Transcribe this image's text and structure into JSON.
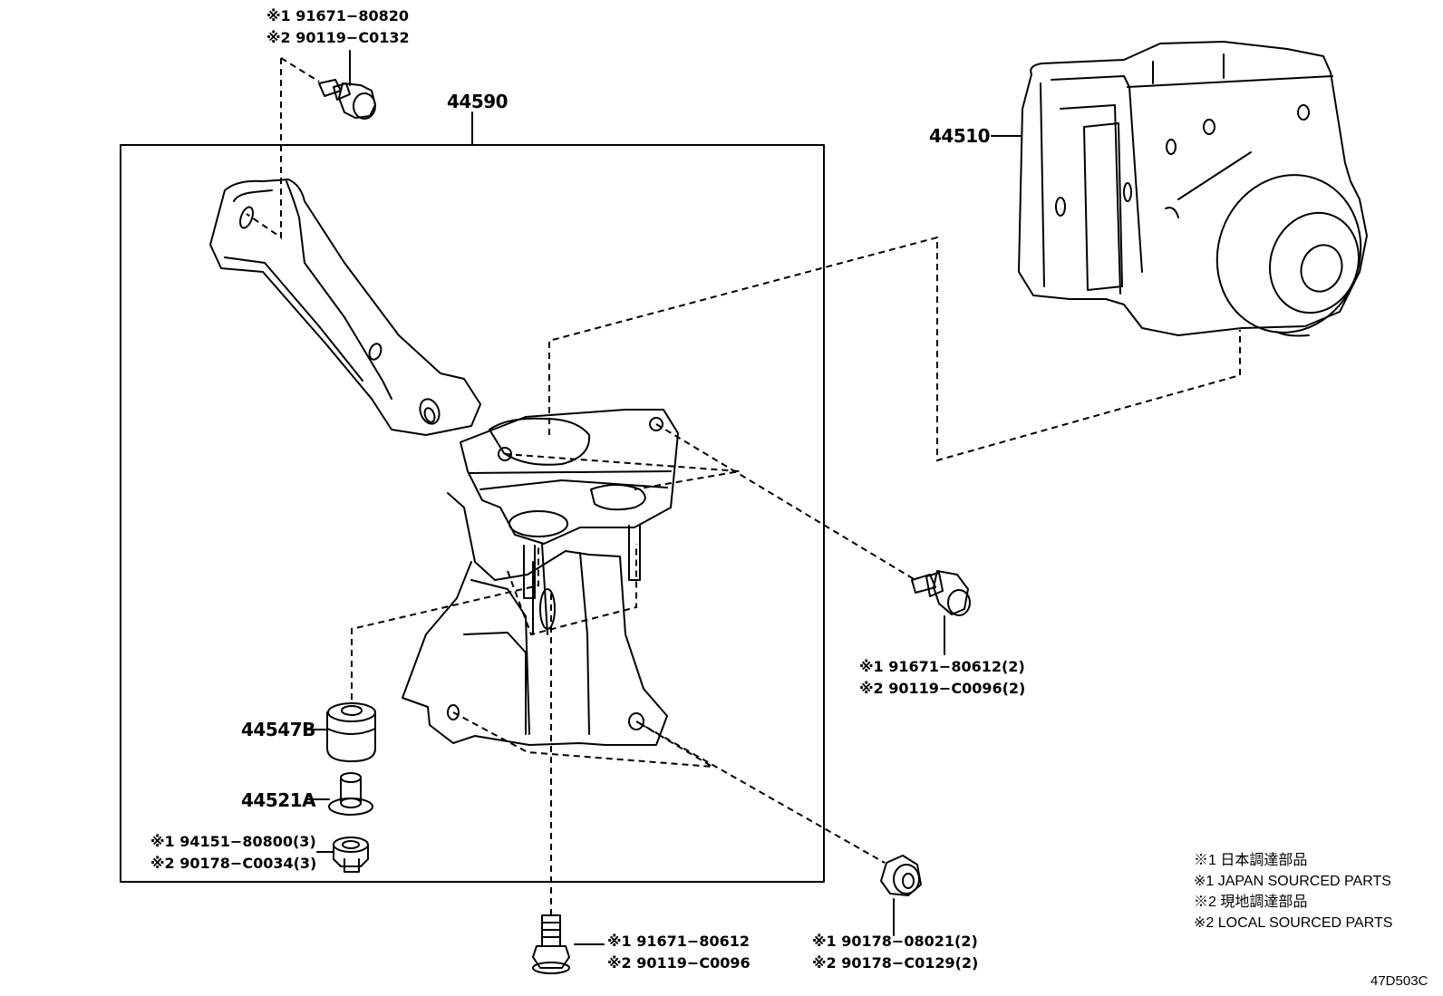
{
  "frame_label": "44590",
  "parts": {
    "top_bolt": {
      "line1": "※1 91671−80820",
      "line2": "※2 90119−C0132"
    },
    "actuator": "44510",
    "cushion": "44547B",
    "collar": "44521A",
    "nut_left": {
      "line1": "※1 94151−80800(3)",
      "line2": "※2 90178−C0034(3)"
    },
    "bolt_right": {
      "line1": "※1 91671−80612(2)",
      "line2": "※2 90119−C0096(2)"
    },
    "bolt_bottom": {
      "line1": "※1 91671−80612",
      "line2": "※2 90119−C0096"
    },
    "nut_bottom": {
      "line1": "※1 90178−08021(2)",
      "line2": "※2 90178−C0129(2)"
    }
  },
  "legend": [
    "※1 日本調達部品",
    "※1 JAPAN SOURCED PARTS",
    "※2 現地調達部品",
    "※2 LOCAL SOURCED PARTS"
  ],
  "figure_code": "47D503C"
}
